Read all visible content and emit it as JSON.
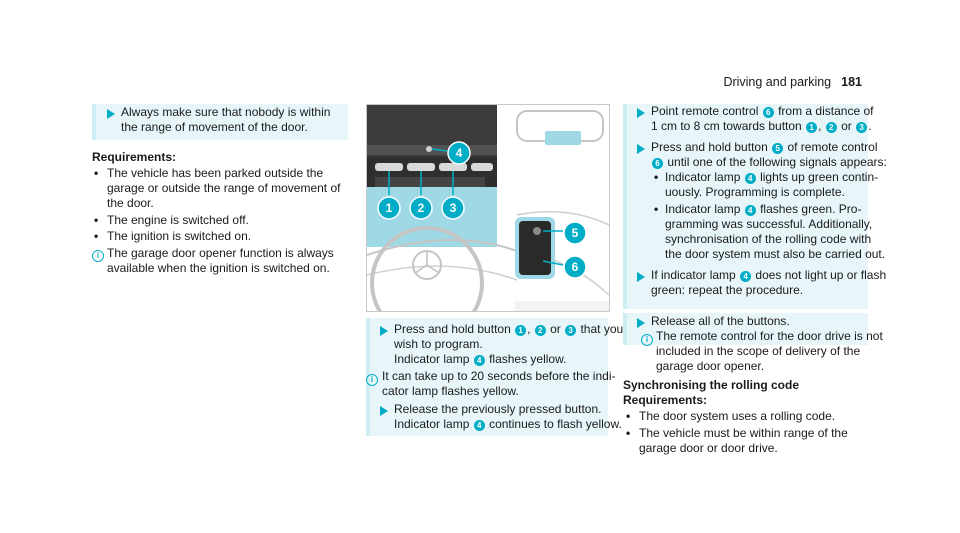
{
  "header": {
    "section": "Driving and parking",
    "page": "181"
  },
  "col1": {
    "step_text_1": "Always make sure that nobody is within",
    "step_text_2": "the range of movement of the door.",
    "req_title": "Requirements:",
    "req1a": "The vehicle has been parked outside the",
    "req1b": "garage or outside the range of movement of",
    "req1c": "the door.",
    "req2": "The engine is switched off.",
    "req3": "The ignition is switched on.",
    "note_a": "The garage door opener function is always",
    "note_b": "available when the ignition is switched on."
  },
  "figure": {
    "callouts": [
      "1",
      "2",
      "3",
      "4",
      "5",
      "6"
    ],
    "colors": {
      "accent": "#00adc6",
      "panel": "#9fd9e5",
      "dark": "#3a3a3a"
    }
  },
  "col2": {
    "s1a_pre": "Press and hold button",
    "s1a_b1": "1",
    "s1a_b2": "2",
    "s1a_or": "or",
    "s1a_b3": "3",
    "s1a_post": "that you",
    "s1b": "wish to program.",
    "s1c_pre": "Indicator lamp",
    "s1c_n": "4",
    "s1c_post": "flashes yellow.",
    "n1a": "It can take up to 20 seconds before the indi-",
    "n1b": "cator lamp flashes yellow.",
    "s2a": "Release the previously pressed button.",
    "s2b_pre": "Indicator lamp",
    "s2b_n": "4",
    "s2b_post": "continues to flash yellow."
  },
  "col3": {
    "s1a_pre": "Point remote control",
    "s1a_n": "6",
    "s1a_post": "from a distance of",
    "s1b_pre": "1 cm to 8 cm towards button",
    "s1b_n1": "1",
    "s1b_n2": "2",
    "s1b_or": "or",
    "s1b_n3": "3",
    "s2a_pre": "Press and hold button",
    "s2a_n": "5",
    "s2a_post": "of remote control",
    "s2b_n": "6",
    "s2b_post": "until one of the following signals appears:",
    "b1a_pre": "Indicator lamp",
    "b1a_n": "4",
    "b1a_post": "lights up green contin-",
    "b1b": "uously. Programming is complete.",
    "b2a_pre": "Indicator lamp",
    "b2a_n": "4",
    "b2a_post": "flashes green. Pro-",
    "b2b": "gramming was successful. Additionally,",
    "b2c": "synchronisation of the rolling code with",
    "b2d": "the door system must also be carried out.",
    "s3a_pre": "If indicator lamp",
    "s3a_n": "4",
    "s3a_post": "does not light up or flash",
    "s3b": "green: repeat the procedure.",
    "s4": "Release all of the buttons.",
    "n1a": "The remote control for the door drive is not",
    "n1b": "included in the scope of delivery of the",
    "n1c": "garage door opener.",
    "sync_title": "Synchronising the rolling code",
    "req_title": "Requirements:",
    "r1": "The door system uses a rolling code.",
    "r2a": "The vehicle must be within range of the",
    "r2b": "garage door or door drive."
  }
}
